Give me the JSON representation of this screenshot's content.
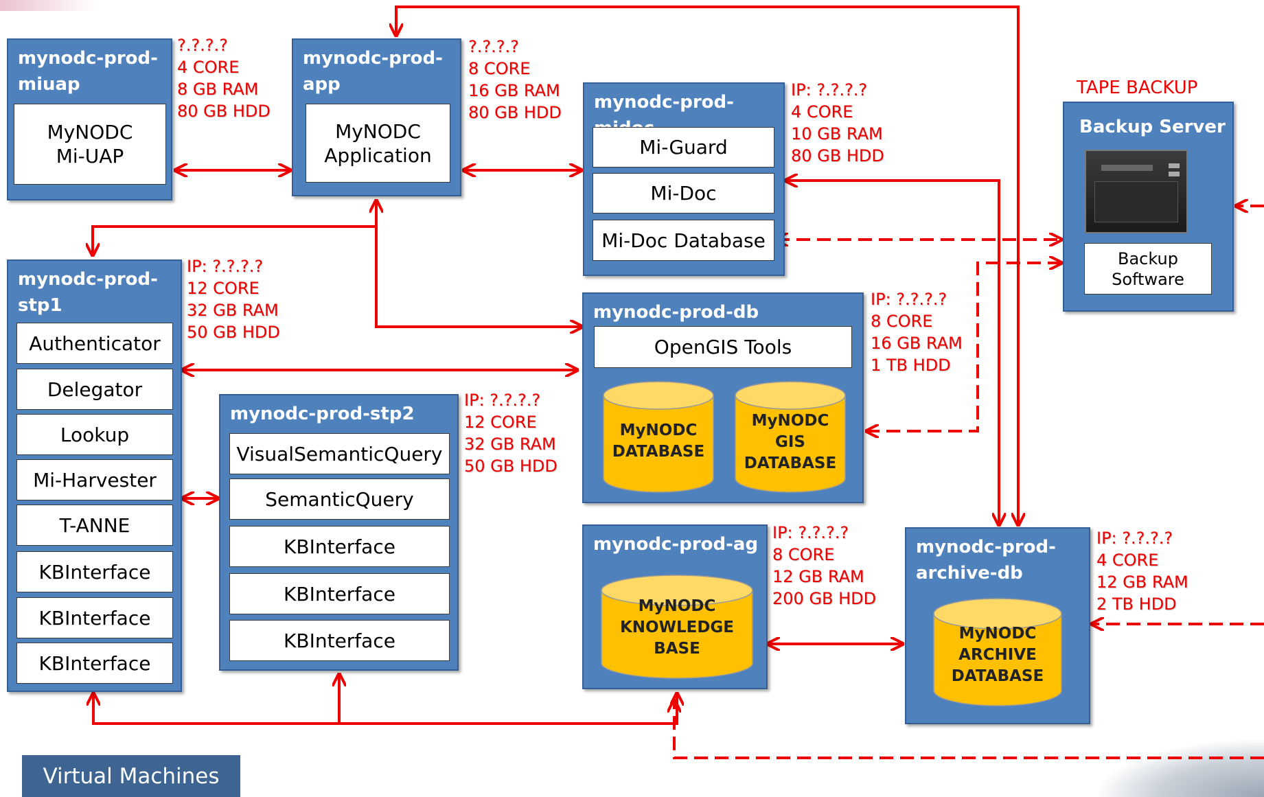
{
  "legend": "Virtual Machines",
  "tape_backup": {
    "label": "TAPE BACKUP",
    "server_title": "Backup Server",
    "software": "Backup\nSoftware"
  },
  "vms": {
    "miuap": {
      "title": "mynodc-prod-\nmiuap",
      "specs": "?.?.?.?\n4 CORE\n8 GB RAM\n80 GB HDD",
      "components": [
        "MyNODC\nMi-UAP"
      ]
    },
    "app": {
      "title": "mynodc-prod-\napp",
      "specs": "?.?.?.?\n8 CORE\n16 GB RAM\n80 GB HDD",
      "components": [
        "MyNODC\nApplication"
      ]
    },
    "midoc": {
      "title": "mynodc-prod-midoc",
      "specs": "IP:  ?.?.?.?\n4 CORE\n10 GB RAM\n80 GB HDD",
      "components": [
        "Mi-Guard",
        "Mi-Doc",
        "Mi-Doc Database"
      ]
    },
    "stp1": {
      "title": "mynodc-prod-\nstp1",
      "specs": "IP:  ?.?.?.?\n12 CORE\n32 GB RAM\n50 GB HDD",
      "components": [
        "Authenticator",
        "Delegator",
        "Lookup",
        "Mi-Harvester",
        "T-ANNE",
        "KBInterface",
        "KBInterface",
        "KBInterface"
      ]
    },
    "stp2": {
      "title": "mynodc-prod-stp2",
      "specs": "IP:  ?.?.?.?\n12 CORE\n32 GB RAM\n50 GB HDD",
      "components": [
        "VisualSemanticQuery",
        "SemanticQuery",
        "KBInterface",
        "KBInterface",
        "KBInterface"
      ]
    },
    "db": {
      "title": "mynodc-prod-db",
      "specs": "IP: ?.?.?.?\n8 CORE\n16 GB RAM\n1 TB HDD",
      "components": [
        "OpenGIS Tools"
      ],
      "databases": [
        "MyNODC\nDATABASE",
        "MyNODC\nGIS\nDATABASE"
      ]
    },
    "ag": {
      "title": "mynodc-prod-ag",
      "specs": "IP: ?.?.?.?\n8 CORE\n12 GB RAM\n200 GB HDD",
      "databases": [
        "MyNODC\nKNOWLEDGE\nBASE"
      ]
    },
    "archive": {
      "title": "mynodc-prod-\narchive-db",
      "specs": "IP:  ?.?.?.?\n4 CORE\n12 GB RAM\n2 TB HDD",
      "databases": [
        "MyNODC\nARCHIVE\nDATABASE"
      ]
    }
  },
  "colors": {
    "vm_fill": "#4f81bd",
    "arrow": "#ee0000",
    "db_fill": "#ffc000",
    "legend_fill": "#3e6491"
  }
}
